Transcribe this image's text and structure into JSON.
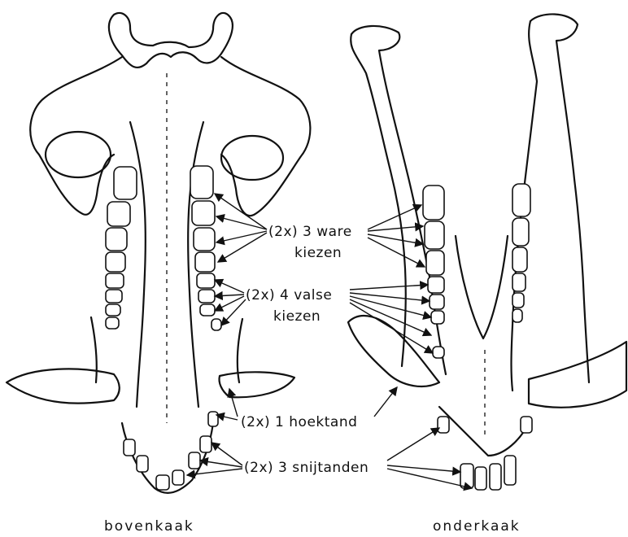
{
  "labels": {
    "true_molars": "(2x) 3 ware",
    "true_molars_2": "kiezen",
    "premolars": "(2x) 4 valse",
    "premolars_2": "kiezen",
    "canine": "(2x) 1 hoektand",
    "incisors": "(2x) 3 snijtanden"
  },
  "captions": {
    "upper_jaw": "bovenkaak",
    "lower_jaw": "onderkaak"
  }
}
